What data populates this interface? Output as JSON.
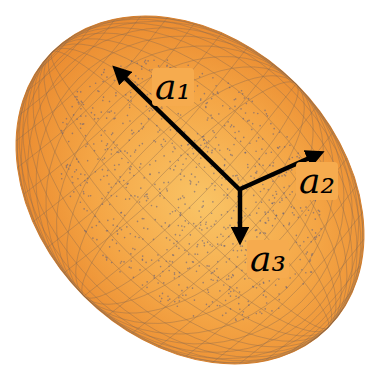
{
  "diagram": {
    "labels": [
      "a₁",
      "a₂",
      "a₃"
    ]
  }
}
